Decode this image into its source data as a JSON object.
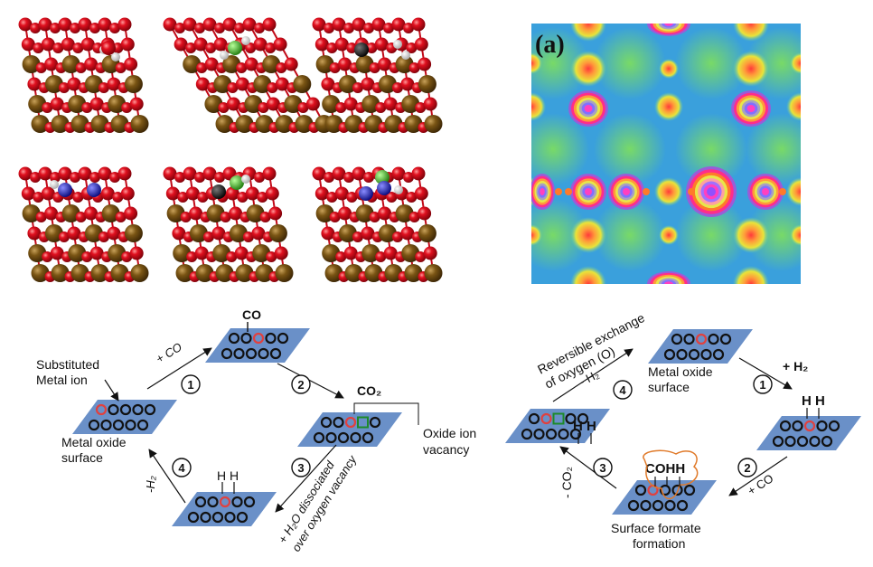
{
  "panel_a": {
    "label": "(a)"
  },
  "cycle_left": {
    "substituted_label_1": "Substituted",
    "substituted_label_2": "Metal ion",
    "surface_label_1": "Metal oxide",
    "surface_label_2": "surface",
    "top_adsorbate": "CO",
    "step1_reagent": "+ CO",
    "step1_number": "1",
    "step2_product": "CO₂",
    "step2_number": "2",
    "vacancy_label_1": "Oxide ion",
    "vacancy_label_2": "vacancy",
    "step3_number": "3",
    "step3_text_1": "+ H₂O dissociated",
    "step3_text_2": "over oxygen vacancy",
    "bottom_adsorbate": "H H",
    "step4_number": "4",
    "step4_text": "-H₂"
  },
  "cycle_right": {
    "exchange_text_1": "Reversible exchange",
    "exchange_text_2": "of oxygen (O)",
    "step4_text": "- H₂",
    "step4_number": "4",
    "surface_label_1": "Metal oxide",
    "surface_label_2": "surface",
    "step1_reagent": "+ H₂",
    "step1_number": "1",
    "right_adsorbate": "H H",
    "step2_reagent": "+ CO",
    "step2_number": "2",
    "formate_adsorbate": "COHH",
    "formate_label_1": "Surface formate",
    "formate_label_2": "formation",
    "step3_text": "- CO₂",
    "step3_number": "3",
    "left_adsorbate": "H H"
  },
  "colors": {
    "oxygen": "#d0061b",
    "metal": "#6b4a10",
    "hydrogen": "#f2f2f2",
    "dopant_green": "#3ec21e",
    "dopant_blue": "#1418d8",
    "carbon": "#111111",
    "slab": "#6a90c8",
    "substituted_ring": "#e0413f",
    "vacancy_square": "#1d8a2a",
    "formate_outline": "#e07a2a"
  }
}
